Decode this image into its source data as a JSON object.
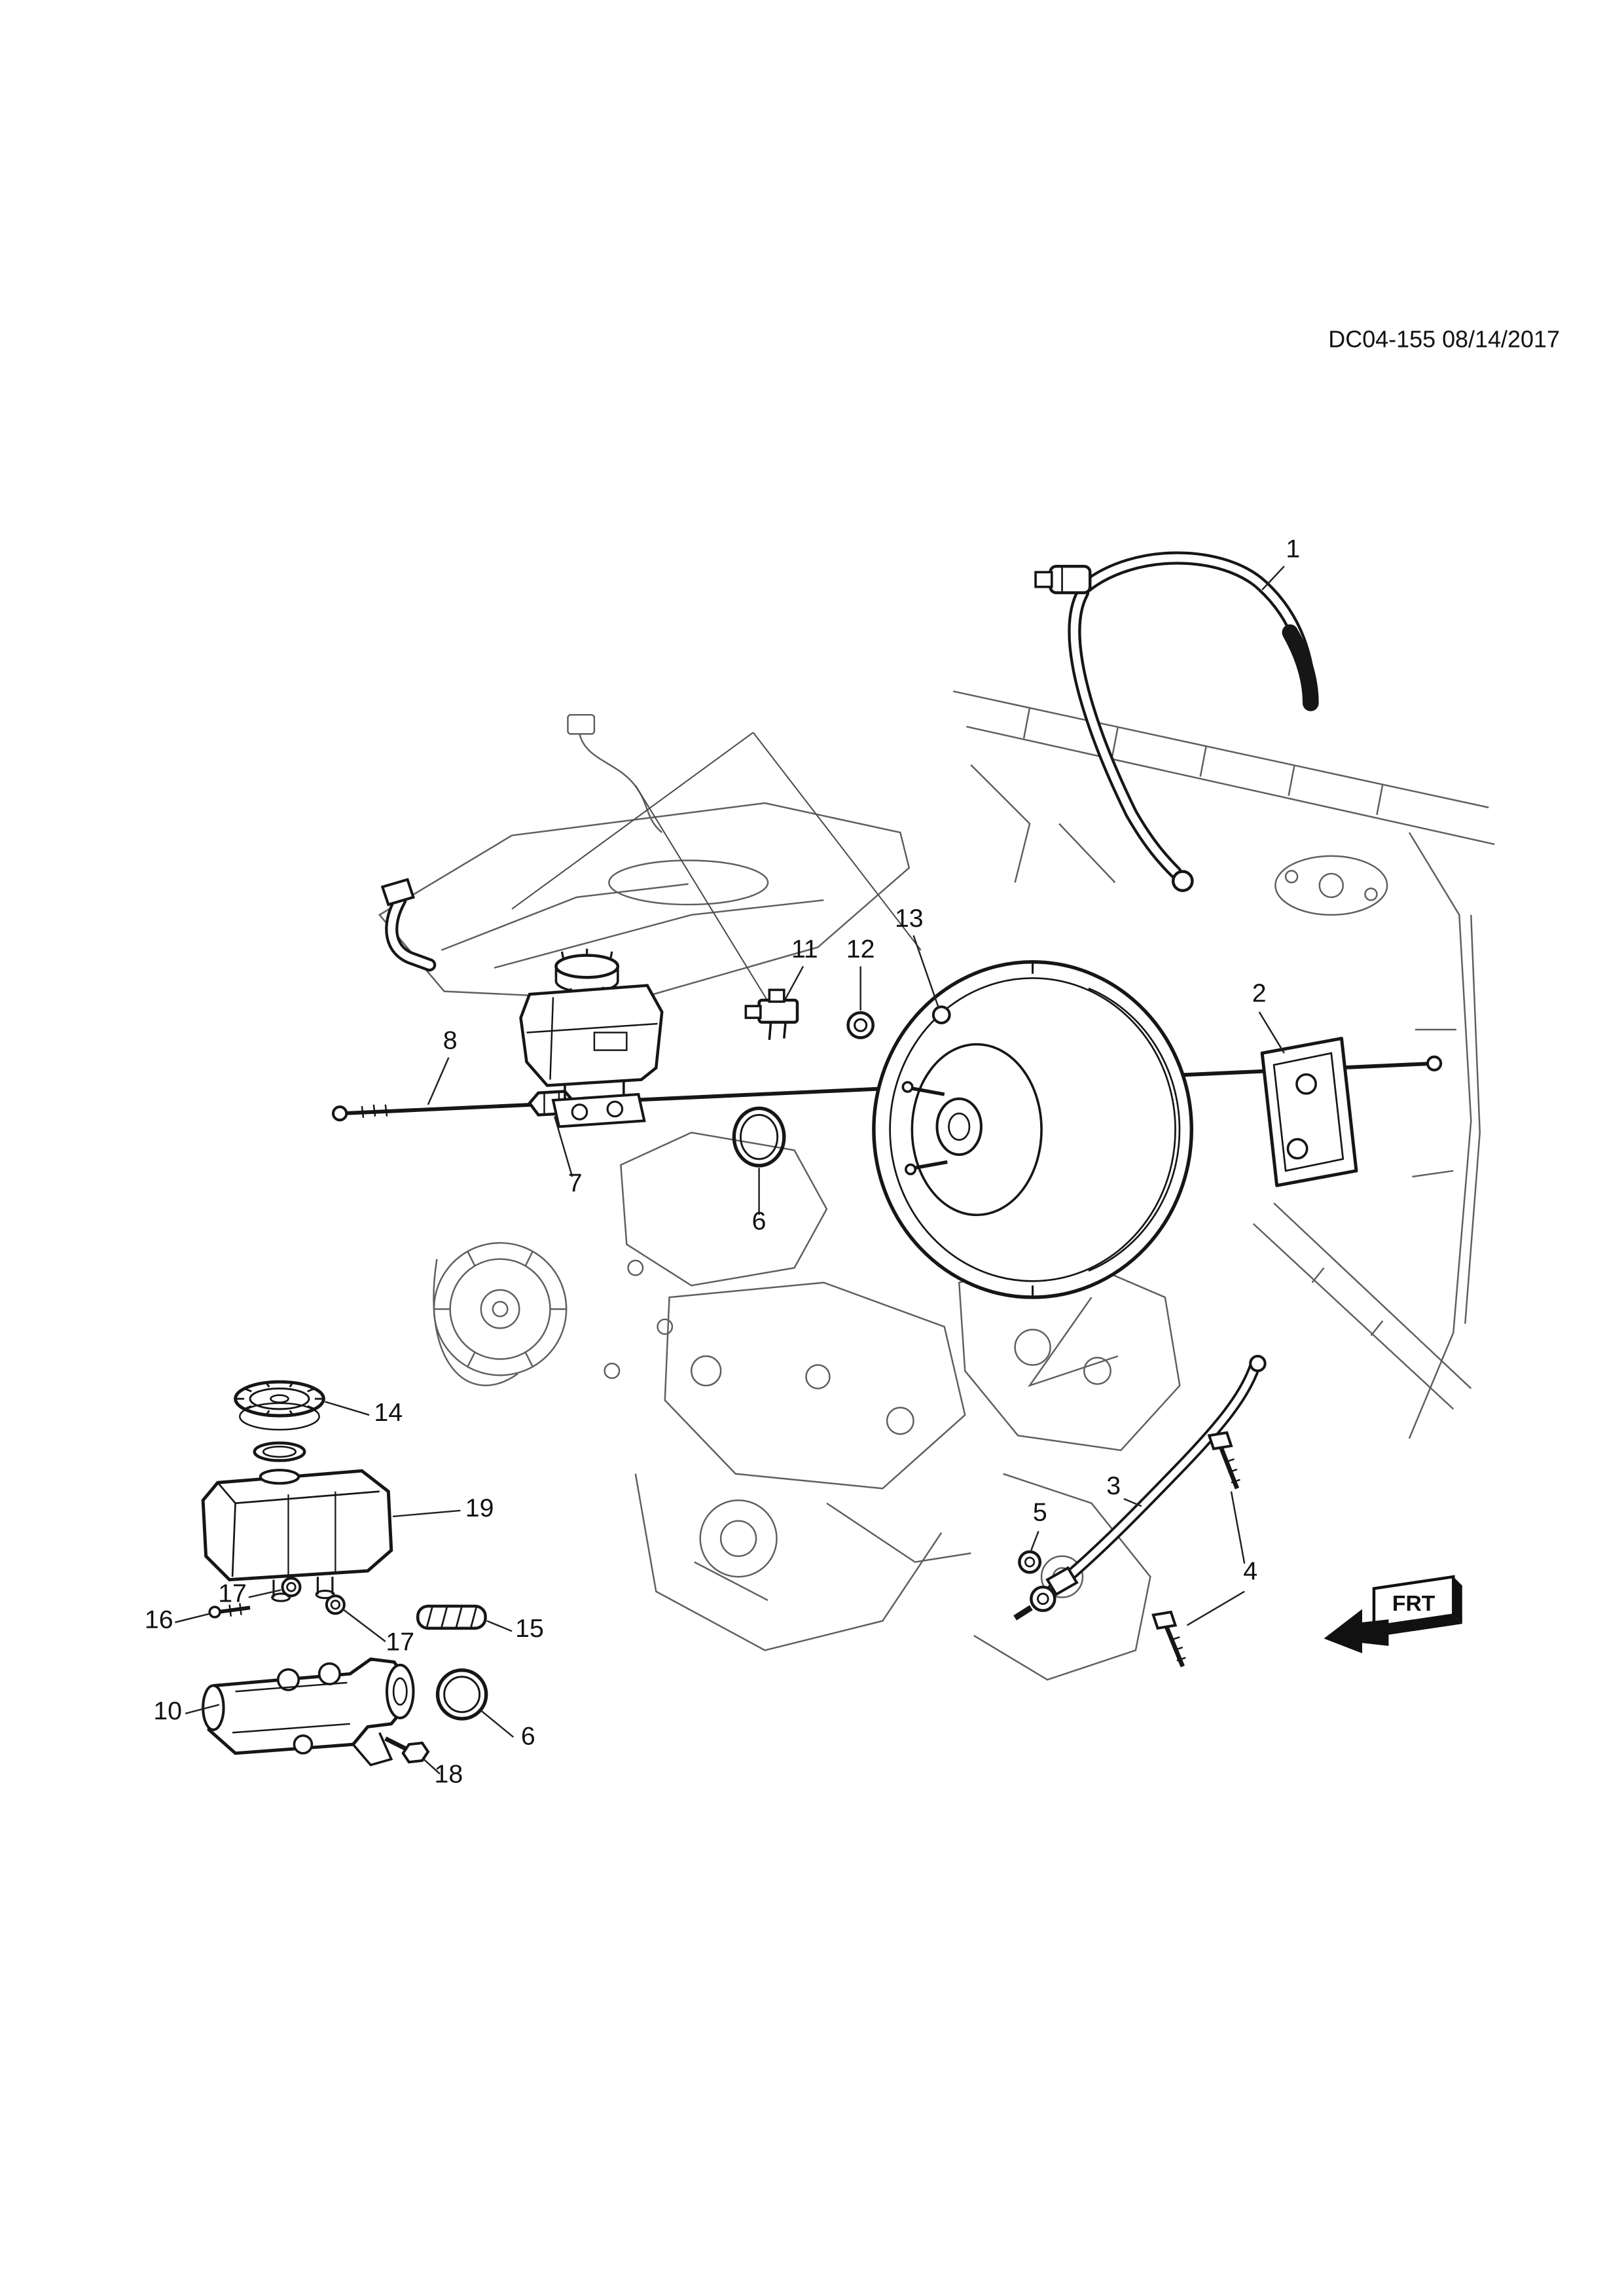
{
  "document": {
    "id_label": "DC04-155 08/14/2017"
  },
  "diagram": {
    "frt_label": "FRT",
    "callouts": {
      "c1": "1",
      "c2": "2",
      "c3": "3",
      "c4": "4",
      "c5": "5",
      "c6a": "6",
      "c6b": "6",
      "c7": "7",
      "c8": "8",
      "c10": "10",
      "c11": "11",
      "c12": "12",
      "c13": "13",
      "c14": "14",
      "c15": "15",
      "c16": "16",
      "c17a": "17",
      "c17b": "17",
      "c18": "18",
      "c19": "19"
    }
  }
}
